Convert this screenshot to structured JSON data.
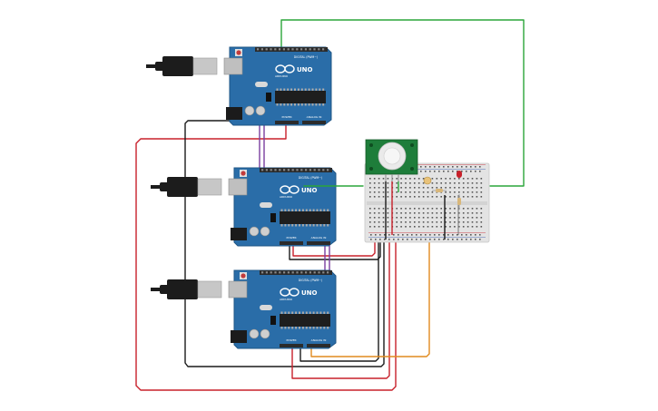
{
  "colors": {
    "board": "#2a6da8",
    "board_edge": "#1f5686",
    "header": "#2b2b2b",
    "chip": "#1e1e1e",
    "breadboard": "#e3e3e3",
    "pir_board": "#1e7d3a",
    "wire_red": "#c8202a",
    "wire_black": "#1a1a1a",
    "wire_green": "#2aa53a",
    "wire_purple": "#7b3fa0",
    "wire_orange": "#e08a1e",
    "usb_plug": "#1c1c1c",
    "usb_metal": "#c7c7c7"
  },
  "boards": [
    {
      "label": "UNO",
      "brand": "ARDUINO",
      "header_label": "DIGITAL (PWM~)",
      "power_label": "POWER",
      "analog_label": "ANALOG IN"
    },
    {
      "label": "UNO",
      "brand": "ARDUINO",
      "header_label": "DIGITAL (PWM~)",
      "power_label": "POWER",
      "analog_label": "ANALOG IN"
    },
    {
      "label": "UNO",
      "brand": "ARDUINO",
      "header_label": "DIGITAL (PWM~)",
      "power_label": "POWER",
      "analog_label": "ANALOG IN"
    }
  ],
  "icons": {
    "usb_cable": "usb-cable-icon",
    "arduino_logo": "infinity-logo-icon",
    "pir_sensor": "pir-dome-icon",
    "led": "led-icon",
    "resistor": "resistor-icon"
  }
}
